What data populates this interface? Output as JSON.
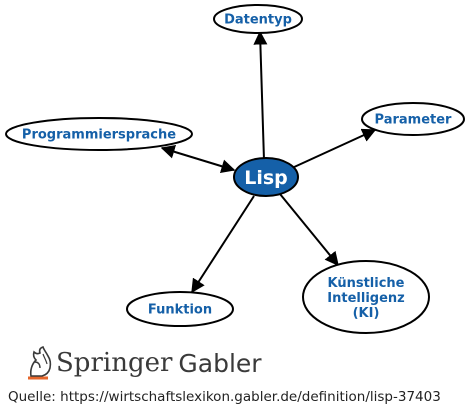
{
  "diagram": {
    "center": {
      "label": "Lisp"
    },
    "nodes": [
      {
        "id": "datentyp",
        "label": [
          "Datentyp"
        ]
      },
      {
        "id": "parameter",
        "label": [
          "Parameter"
        ]
      },
      {
        "id": "programmiersprache",
        "label": [
          "Programmiersprache"
        ]
      },
      {
        "id": "funktion",
        "label": [
          "Funktion"
        ]
      },
      {
        "id": "ki",
        "label": [
          "Künstliche",
          "Intelligenz",
          "(KI)"
        ]
      }
    ],
    "colors": {
      "accent": "#1560a8",
      "text_blue": "#1560a8",
      "line": "#000000"
    }
  },
  "brand": {
    "name_part1": "Springer",
    "name_part2": "Gabler"
  },
  "source": {
    "text": "Quelle: https://wirtschaftslexikon.gabler.de/definition/lisp-37403"
  }
}
